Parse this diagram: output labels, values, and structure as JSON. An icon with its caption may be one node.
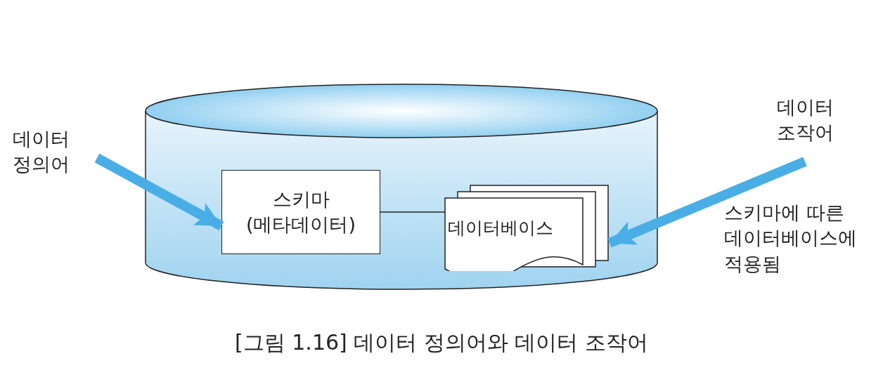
{
  "diagram": {
    "caption": "[그림 1.16] 데이터 정의어와 데이터 조작어",
    "nodes": [
      {
        "text": [],
        "shape": "cylinder"
      },
      {
        "text": [
          "데이터 정의어"
        ]
      },
      {
        "text": [
          "스키마 (메타데이터)"
        ],
        "in": 0
      },
      {
        "text": [
          "데이터베이스"
        ],
        "in": 0
      },
      {
        "text": [
          "데이터 조작어"
        ]
      }
    ],
    "edges": [
      {
        "from": 1,
        "to": 2,
        "arrow": "to"
      },
      {
        "from": 4,
        "to": 3,
        "arrow": "to"
      },
      {
        "from": 2,
        "to": 3,
        "arrow": "none",
        "color": "#222222"
      }
    ],
    "labels": [
      "스키마에 따른 데이터베이스에 적용됨"
    ]
  }
}
